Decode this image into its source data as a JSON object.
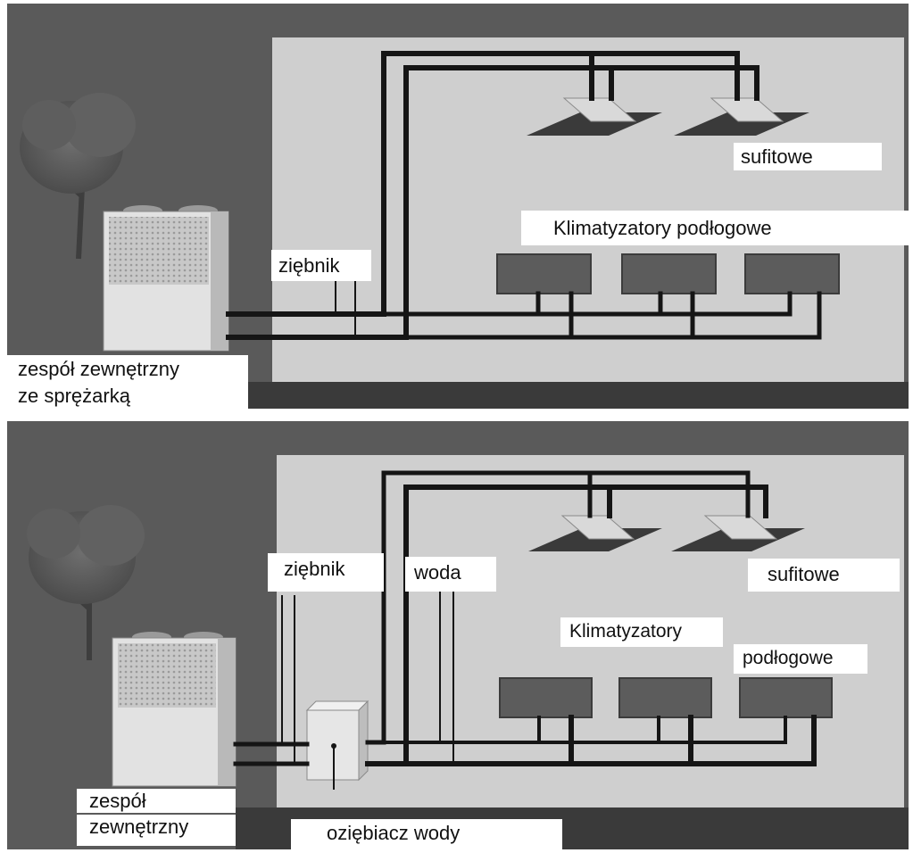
{
  "panels": [
    {
      "labels": {
        "ceiling": "sufitowe",
        "floor": "Klimatyzatory podłogowe",
        "refrigerant": "ziębnik",
        "outdoor_line1": "zespół zewnętrzny",
        "outdoor_line2": "ze sprężarką"
      }
    },
    {
      "labels": {
        "ceiling": "sufitowe",
        "floor_line1": "Klimatyzatory",
        "floor_line2": "podłogowe",
        "refrigerant": "ziębnik",
        "water": "woda",
        "outdoor_line1": "zespół",
        "outdoor_line2": "zewnętrzny",
        "chiller": "oziębiacz wody"
      }
    }
  ],
  "colors": {
    "background_dark": "#5a5a5a",
    "wall_light": "#cfcfcf",
    "floor_dark": "#3a3a3a",
    "pipe": "#151515",
    "unit_dark": "#5c5c5c",
    "unit_light": "#dedede"
  }
}
